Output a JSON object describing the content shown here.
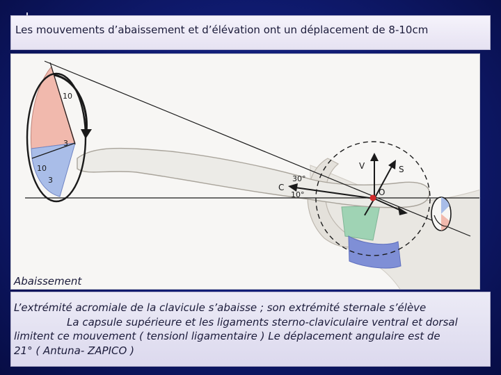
{
  "slide": {
    "title": "Les mouvements d’abaissement et d’élévation ont un déplacement de 8-10cm",
    "caption": "Abaissement",
    "body_lines": [
      "L’extrémité acromiale de la clavicule s’abaisse ; son extrémité sternale s’élève",
      "La capsule supérieure et les ligaments sterno-claviculaire ventral et dorsal",
      "limitent ce mouvement     ( tensionl ligamentaire ) Le déplacement angulaire est de",
      "21° ( Antuna- ZAPICO )"
    ]
  },
  "diagram": {
    "labels": {
      "upper_arc": "10",
      "upper_small": "3",
      "lower_arc": "10",
      "lower_small": "3",
      "vertical": "V",
      "oblique": "S",
      "center": "O",
      "lateral": "C",
      "angle_top": "30°",
      "angle_bottom": "10°"
    },
    "colors": {
      "elevation_fill": "#f1b9ad",
      "depression_fill": "#a9bde8",
      "ligament_band": "#7f8fd6",
      "ligament_green": "#9fd3b4",
      "axis_point": "#d22b2b"
    }
  }
}
